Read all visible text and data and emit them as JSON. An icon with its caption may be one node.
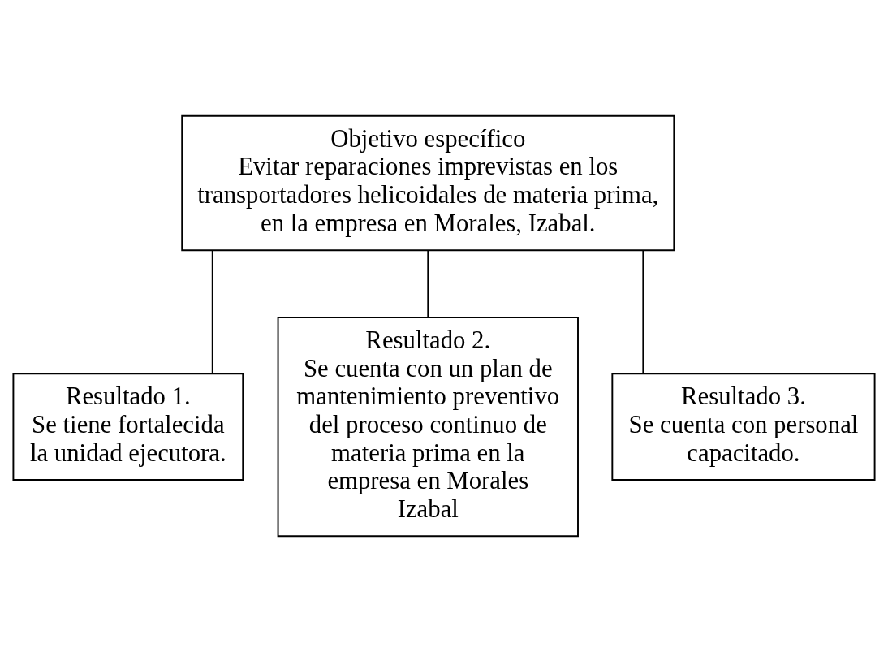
{
  "diagram": {
    "nodes": [
      {
        "text": [
          "Objetivo específico",
          "Evitar reparaciones imprevistas en los transportadores helicoidales de materia prima, en la empresa en Morales, Izabal."
        ]
      },
      {
        "text": [
          "Resultado 1.",
          "Se tiene fortalecida la unidad ejecutora."
        ]
      },
      {
        "text": [
          "Resultado 2.",
          "Se cuenta con un plan de mantenimiento preventivo del proceso continuo de materia prima en la empresa en Morales Izabal"
        ]
      },
      {
        "text": [
          "Resultado 3.",
          "Se cuenta con personal capacitado."
        ]
      }
    ],
    "edges": [
      {
        "from": 0,
        "to": 1,
        "arrow": "none"
      },
      {
        "from": 0,
        "to": 2,
        "arrow": "none"
      },
      {
        "from": 0,
        "to": 3,
        "arrow": "none"
      }
    ]
  }
}
